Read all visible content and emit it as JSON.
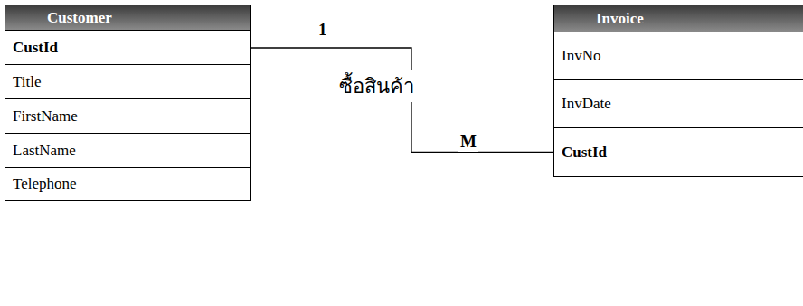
{
  "diagram": {
    "nodes": [
      {
        "text": [
          "Customer"
        ]
      },
      {
        "text": [
          "CustId"
        ],
        "in": 0
      },
      {
        "text": [
          "Title"
        ],
        "in": 0
      },
      {
        "text": [
          "FirstName"
        ],
        "in": 0
      },
      {
        "text": [
          "LastName"
        ],
        "in": 0
      },
      {
        "text": [
          "Telephone"
        ],
        "in": 0
      },
      {
        "text": [
          "Invoice"
        ]
      },
      {
        "text": [
          "InvNo"
        ],
        "in": 6
      },
      {
        "text": [
          "InvDate"
        ],
        "in": 6
      },
      {
        "text": [
          "CustId"
        ],
        "in": 6
      }
    ],
    "edges": [
      {
        "from": 1,
        "to": 9,
        "arrow": "none",
        "label": "ซื้อสินค้า"
      }
    ],
    "labels": [
      "1",
      "M"
    ]
  }
}
